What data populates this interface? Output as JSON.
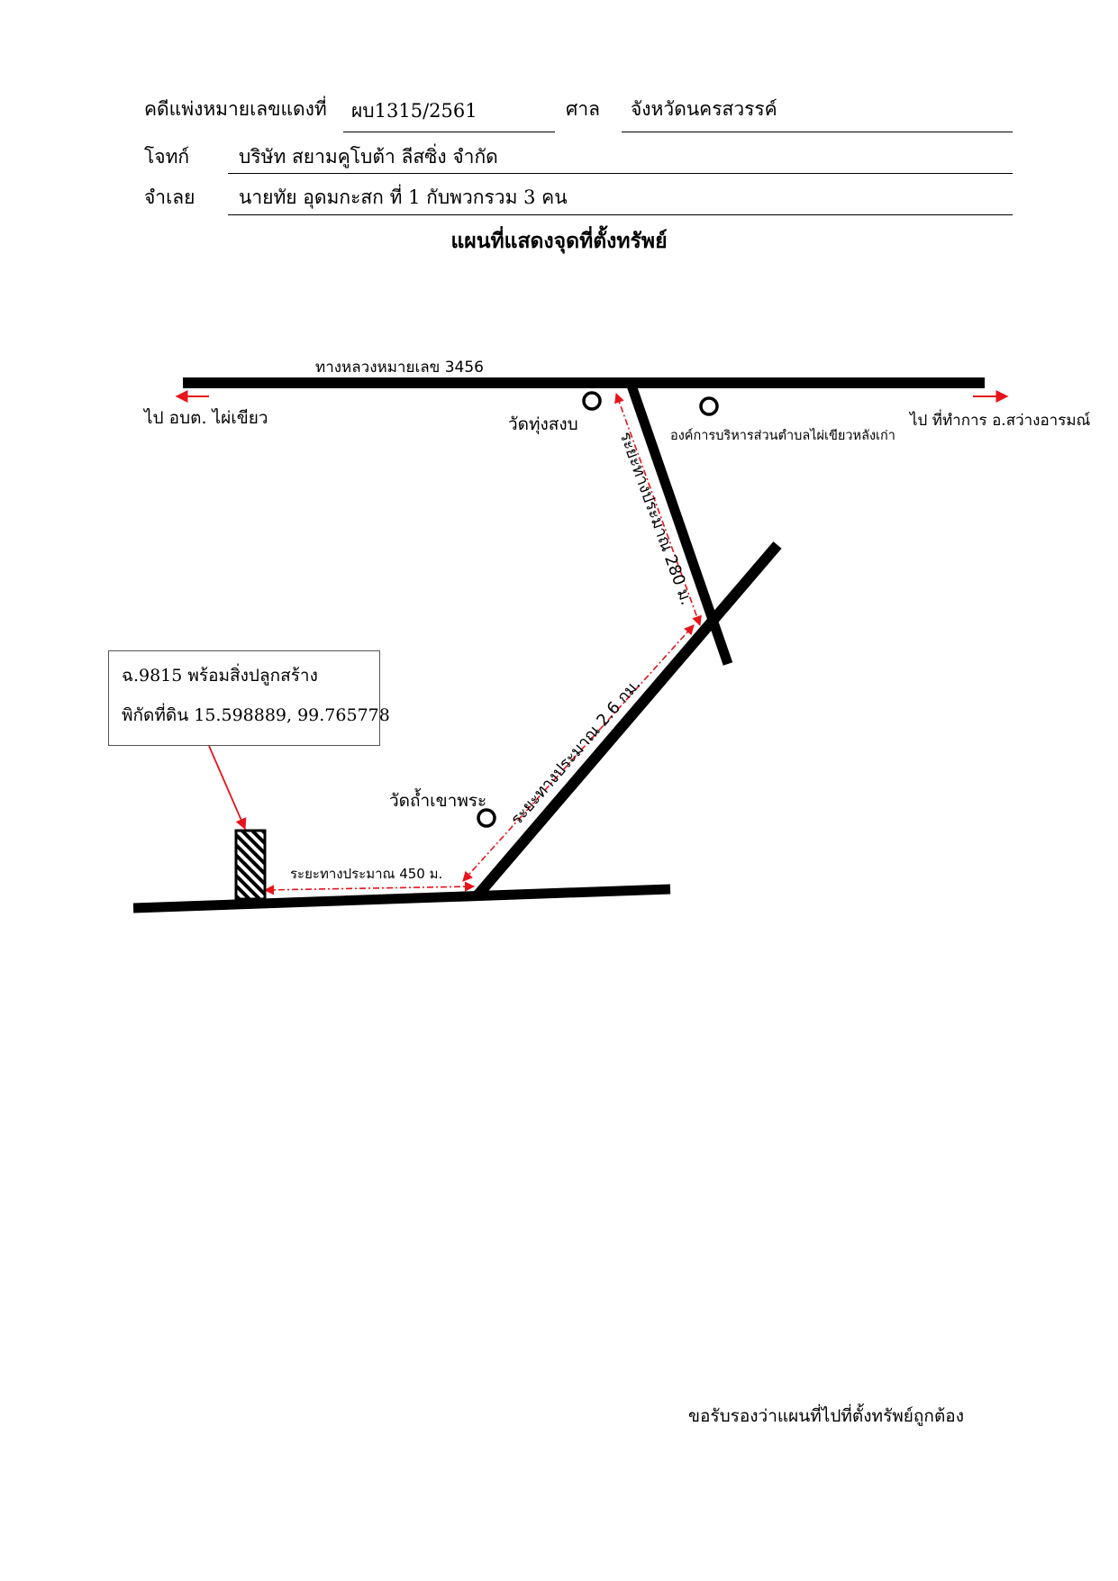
{
  "header": {
    "case_label": "คดีแพ่งหมายเลขแดงที่",
    "case_number": "ผบ1315/2561",
    "court_label": "ศาล",
    "court_name": "จังหวัดนครสวรรค์",
    "plaintiff_label": "โจทก์",
    "plaintiff_name": "บริษัท สยามคูโบต้า ลีสซิ่ง จำกัด",
    "defendant_label": "จำเลย",
    "defendant_name": "นายทัย อุดมกะสก  ที่ 1 กับพวกรวม 3 คน"
  },
  "map_title": "แผนที่แสดงจุดที่ตั้งทรัพย์",
  "map": {
    "highway_label": "ทางหลวงหมายเลข 3456",
    "to_left": "ไป อบต. ไผ่เขียว",
    "to_right": "ไป ที่ทำการ อ.สว่างอารมณ์",
    "landmark_temple1": "วัดทุ่งสงบ",
    "landmark_sao": "องค์การบริหารส่วนตำบลไผ่เขียวหลังเก่า",
    "landmark_temple2": "วัดถ้ำเขาพระ",
    "distance_1": "ระยะทางประมาณ 280 ม.",
    "distance_2": "ระยะทางประมาณ 2.6 กม.",
    "distance_3": "ระยะทางประมาณ 450 ม.",
    "property_line1": "ฉ.9815 พร้อมสิ่งปลูกสร้าง",
    "property_line2": "พิกัดที่ดิน 15.598889, 99.765778",
    "colors": {
      "road": "#000000",
      "pointer": "#e8141b"
    }
  },
  "certify_text": "ขอรับรองว่าแผนที่ไปที่ตั้งทรัพย์ถูกต้อง"
}
